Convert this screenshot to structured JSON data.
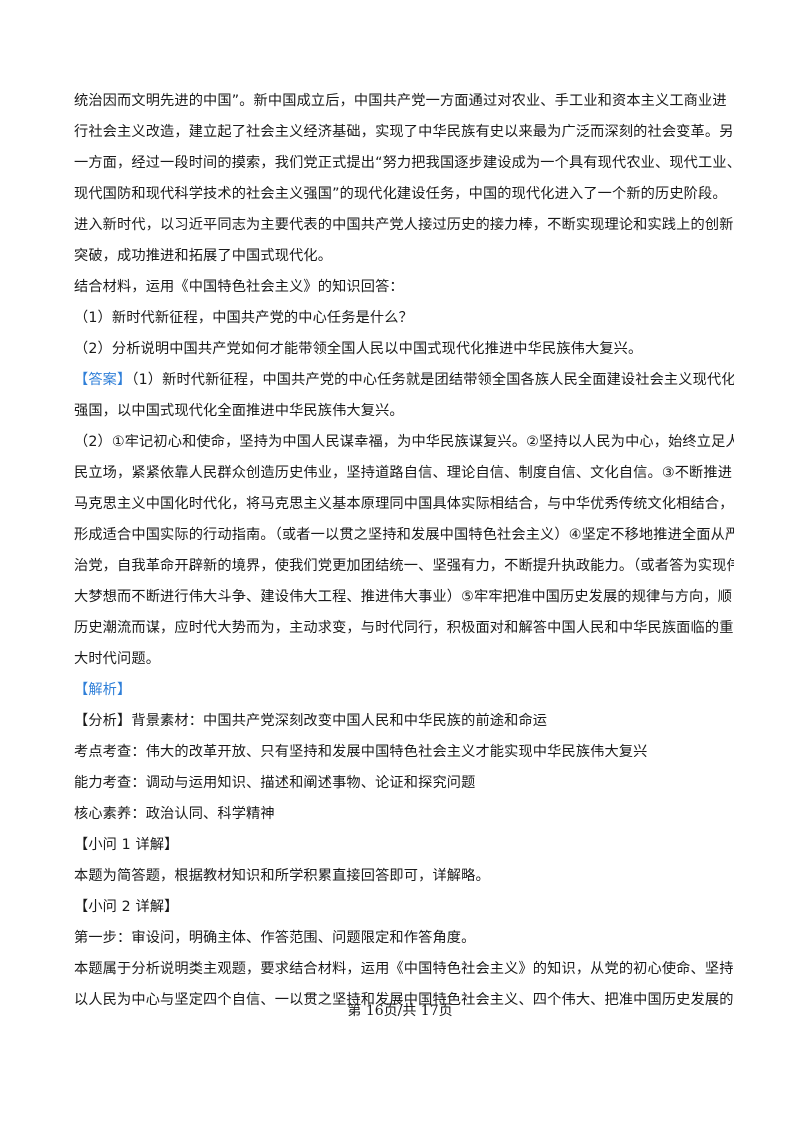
{
  "lines": [
    "统治因而文明先进的中国”。新中国成立后，中国共产党一方面通过对农业、手工业和资本主义工商业进",
    "行社会主义改造，建立起了社会主义经济基础，实现了中华民族有史以来最为广泛而深刻的社会变革。另",
    "一方面，经过一段时间的摸索，我们党正式提出“努力把我国逐步建设成为一个具有现代农业、现代工业、",
    "现代国防和现代科学技术的社会主义强国”的现代化建设任务，中国的现代化进入了一个新的历史阶段。",
    "进入新时代，以习近平同志为主要代表的中国共产党人接过历史的接力棒，不断实现理论和实践上的创新",
    "突破，成功推进和拓展了中国式现代化。",
    "结合材料，运用《中国特色社会主义》的知识回答：",
    "（1）新时代新征程，中国共产党的中心任务是什么？",
    "（2）分析说明中国共产党如何才能带领全国人民以中国式现代化推进中华民族伟大复兴。",
    "",
    "强国，以中国式现代化全面推进中华民族伟大复兴。",
    "（2）①牢记初心和使命，坚持为中国人民谋幸福，为中华民族谋复兴。②坚持以人民为中心，始终立足人",
    "民立场，紧紧依靠人民群众创造历史伟业，坚持道路自信、理论自信、制度自信、文化自信。③不断推进",
    "马克思主义中国化时代化，将马克思主义基本原理同中国具体实际相结合，与中华优秀传统文化相结合，",
    "形成适合中国实际的行动指南。（或者一以贯之坚持和发展中国特色社会主义）④坚定不移地推进全面从严",
    "治党，自我革命开辟新的境界，使我们党更加团结统一、坚强有力，不断提升执政能力。（或者答为实现伟",
    "大梦想而不断进行伟大斗争、建设伟大工程、推进伟大事业）⑤牢牢把准中国历史发展的规律与方向，顺",
    "历史潮流而谋，应时代大势而为，主动求变，与时代同行，积极面对和解答中国人民和中华民族面临的重",
    "大时代问题。",
    "",
    "【分析】背景素材：中国共产党深刻改变中国人民和中华民族的前途和命运",
    "考点考查：伟大的改革开放、只有坚持和发展中国特色社会主义才能实现中华民族伟大复兴",
    "能力考查：调动与运用知识、描述和阐述事物、论证和探究问题",
    "核心素养：政治认同、科学精神",
    "【小问 1 详解】",
    "本题为简答题，根据教材知识和所学积累直接回答即可，详解略。",
    "【小问 2 详解】",
    "第一步：审设问，明确主体、作答范围、问题限定和作答角度。",
    "本题属于分析说明类主观题，要求结合材料，运用《中国特色社会主义》的知识，从党的初心使命、坚持",
    "以人民为中心与坚定四个自信、一以贯之坚持和发展中国特色社会主义、四个伟大、把准中国历史发展的"
  ],
  "answer_label": "【答案】",
  "answer_first_line": "（1）新时代新征程，中国共产党的中心任务就是团结带领全国各族人民全面建设社会主义现代化",
  "analysis_label": "【解析】",
  "footer": "第 16页/共 17页",
  "accent_color": "#2f7fd8"
}
